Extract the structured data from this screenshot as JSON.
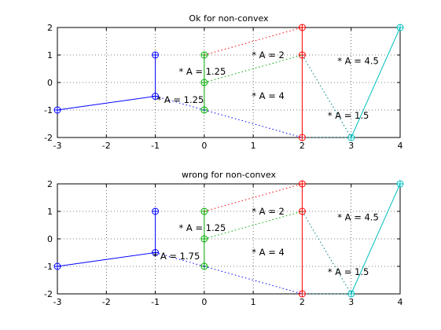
{
  "chart_data": [
    {
      "type": "line",
      "title": "Ok for non-convex",
      "xlim": [
        -3,
        4
      ],
      "ylim": [
        -2,
        2
      ],
      "xticks": [
        -3,
        -2,
        -1,
        0,
        1,
        2,
        3,
        4
      ],
      "yticks": [
        -2,
        -1,
        0,
        1,
        2
      ],
      "grid": true,
      "series": [
        {
          "color": "#0000ff",
          "style": "solid",
          "markers": true,
          "x": [
            -3,
            -1,
            -1
          ],
          "y": [
            -1,
            -0.5,
            1
          ]
        },
        {
          "color": "#00aa00",
          "style": "solid",
          "markers": true,
          "x": [
            0,
            0,
            0
          ],
          "y": [
            1,
            0,
            -1
          ]
        },
        {
          "color": "#ff0000",
          "style": "solid",
          "markers": true,
          "x": [
            2,
            2,
            2
          ],
          "y": [
            2,
            1,
            -2
          ]
        },
        {
          "color": "#00bfbf",
          "style": "solid",
          "markers": true,
          "x": [
            3,
            4
          ],
          "y": [
            -2,
            2
          ]
        },
        {
          "color": "#0000ff",
          "style": "dotted",
          "markers": false,
          "x": [
            -1,
            0
          ],
          "y": [
            -0.5,
            -1
          ]
        },
        {
          "color": "#0000ff",
          "style": "dotted",
          "markers": false,
          "x": [
            0,
            2
          ],
          "y": [
            -1,
            -2
          ]
        },
        {
          "color": "#00aa00",
          "style": "dotted",
          "markers": false,
          "x": [
            0,
            2
          ],
          "y": [
            0,
            1
          ]
        },
        {
          "color": "#ff0000",
          "style": "dotted",
          "markers": false,
          "x": [
            0,
            2
          ],
          "y": [
            1,
            2
          ]
        },
        {
          "color": "#008080",
          "style": "dotted",
          "markers": false,
          "x": [
            2,
            3
          ],
          "y": [
            1,
            -2
          ]
        },
        {
          "color": "#008080",
          "style": "dotted",
          "markers": false,
          "x": [
            2,
            3
          ],
          "y": [
            -2,
            -2
          ]
        }
      ],
      "annotations": [
        {
          "text": "* A = 1.25",
          "x": -0.52,
          "y": 0.4
        },
        {
          "text": "* A = 1.25",
          "x": -0.97,
          "y": -0.63
        },
        {
          "text": "* A = 2",
          "x": 0.97,
          "y": 1.0
        },
        {
          "text": "* A = 4",
          "x": 0.97,
          "y": -0.48
        },
        {
          "text": "* A = 4.5",
          "x": 2.72,
          "y": 0.78
        },
        {
          "text": "* A = 1.5",
          "x": 2.52,
          "y": -1.2
        }
      ]
    },
    {
      "type": "line",
      "title": "wrong for non-convex",
      "xlim": [
        -3,
        4
      ],
      "ylim": [
        -2,
        2
      ],
      "xticks": [
        -3,
        -2,
        -1,
        0,
        1,
        2,
        3,
        4
      ],
      "yticks": [
        -2,
        -1,
        0,
        1,
        2
      ],
      "grid": true,
      "series": [
        {
          "color": "#0000ff",
          "style": "solid",
          "markers": true,
          "x": [
            -3,
            -1,
            -1
          ],
          "y": [
            -1,
            -0.5,
            1
          ]
        },
        {
          "color": "#00aa00",
          "style": "solid",
          "markers": true,
          "x": [
            0,
            0,
            0
          ],
          "y": [
            1,
            0,
            -1
          ]
        },
        {
          "color": "#ff0000",
          "style": "solid",
          "markers": true,
          "x": [
            2,
            2,
            2
          ],
          "y": [
            2,
            1,
            -2
          ]
        },
        {
          "color": "#00bfbf",
          "style": "solid",
          "markers": true,
          "x": [
            3,
            4
          ],
          "y": [
            -2,
            2
          ]
        },
        {
          "color": "#0000ff",
          "style": "dotted",
          "markers": false,
          "x": [
            -1,
            0
          ],
          "y": [
            -0.5,
            -1
          ]
        },
        {
          "color": "#0000ff",
          "style": "dotted",
          "markers": false,
          "x": [
            0,
            2
          ],
          "y": [
            -1,
            -2
          ]
        },
        {
          "color": "#00aa00",
          "style": "dotted",
          "markers": false,
          "x": [
            0,
            2
          ],
          "y": [
            0,
            1
          ]
        },
        {
          "color": "#ff0000",
          "style": "dotted",
          "markers": false,
          "x": [
            0,
            2
          ],
          "y": [
            1,
            2
          ]
        },
        {
          "color": "#008080",
          "style": "dotted",
          "markers": false,
          "x": [
            2,
            3
          ],
          "y": [
            1,
            -2
          ]
        },
        {
          "color": "#008080",
          "style": "dotted",
          "markers": false,
          "x": [
            2,
            3
          ],
          "y": [
            -2,
            -2
          ]
        }
      ],
      "annotations": [
        {
          "text": "* A = 1.25",
          "x": -0.52,
          "y": 0.4
        },
        {
          "text": "* A = 1.75",
          "x": -1.05,
          "y": -0.63
        },
        {
          "text": "* A = 2",
          "x": 0.97,
          "y": 1.0
        },
        {
          "text": "* A = 4",
          "x": 0.97,
          "y": -0.48
        },
        {
          "text": "* A = 4.5",
          "x": 2.72,
          "y": 0.78
        },
        {
          "text": "* A = 1.5",
          "x": 2.52,
          "y": -1.2
        }
      ]
    }
  ]
}
